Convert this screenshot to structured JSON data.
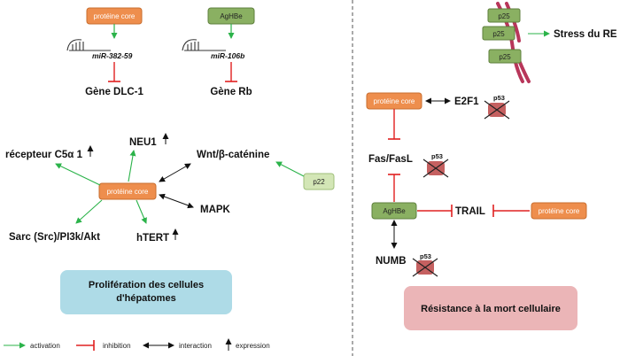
{
  "colors": {
    "orange": "#ee8e4d",
    "green_box": "#8ab062",
    "light_green_box": "#d3e6b6",
    "activation": "#2bb34a",
    "inhibition": "#e02020",
    "blue_panel": "#aedbe7",
    "pink_panel": "#ebb5b7",
    "p53_mark": "#c56060",
    "er_membrane": "#b8365a"
  },
  "left": {
    "top1": {
      "box": "protéine core",
      "mirna": "miR-382-59",
      "gene": "Gène DLC-1"
    },
    "top2": {
      "box": "AgHBe",
      "mirna": "miR-106b",
      "gene": "Gène Rb"
    },
    "center_box": "protéine core",
    "neu1": "NEU1",
    "recepteur": "récepteur C5α 1",
    "wnt": "Wnt/β-caténine",
    "mapk": "MAPK",
    "sarc": "Sarc (Src)/PI3k/Akt",
    "htert": "hTERT",
    "p22": "p22",
    "panel_line1": "Prolifération des cellules",
    "panel_line2": "d'hépatomes"
  },
  "right": {
    "p25": [
      "p25",
      "p25",
      "p25"
    ],
    "stress": "Stress du RE",
    "core_box": "protéine core",
    "e2f1": "E2F1",
    "p53": "p53",
    "fas": "Fas/FasL",
    "aghbe_box": "AgHBe",
    "trail": "TRAIL",
    "core_box2": "protéine core",
    "numb": "NUMB",
    "panel": "Résistance à la mort cellulaire"
  },
  "legend": {
    "activation": "activation",
    "inhibition": "inhibition",
    "interaction": "interaction",
    "expression": "expression"
  }
}
